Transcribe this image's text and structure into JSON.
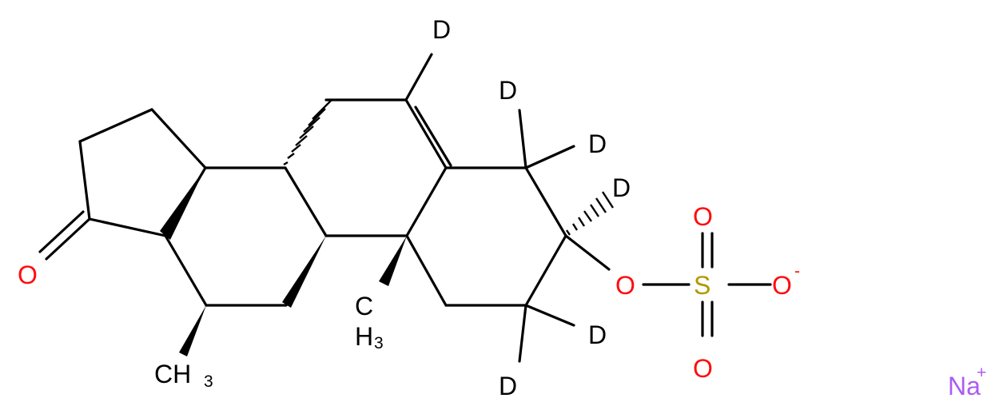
{
  "atoms": {
    "O_ketone": "O",
    "D1": "D",
    "D2": "D",
    "D3": "D",
    "D4": "D",
    "D5": "D",
    "D6": "D",
    "C_methyl_center": "C",
    "H3_methyl_center": "H",
    "sub3_methyl_center": "3",
    "CH3_lower_label": "CH",
    "sub3_lower": "3",
    "O_ester": "O",
    "S": "S",
    "O_top": "O",
    "O_bottom": "O",
    "O_minus": "O",
    "minus": "-",
    "Na": "Na",
    "plus": "+"
  },
  "colors": {
    "carbon": "#000000",
    "oxygen": "#ff0d0d",
    "sulfur": "#b29900",
    "sodium": "#ab5cf2"
  }
}
